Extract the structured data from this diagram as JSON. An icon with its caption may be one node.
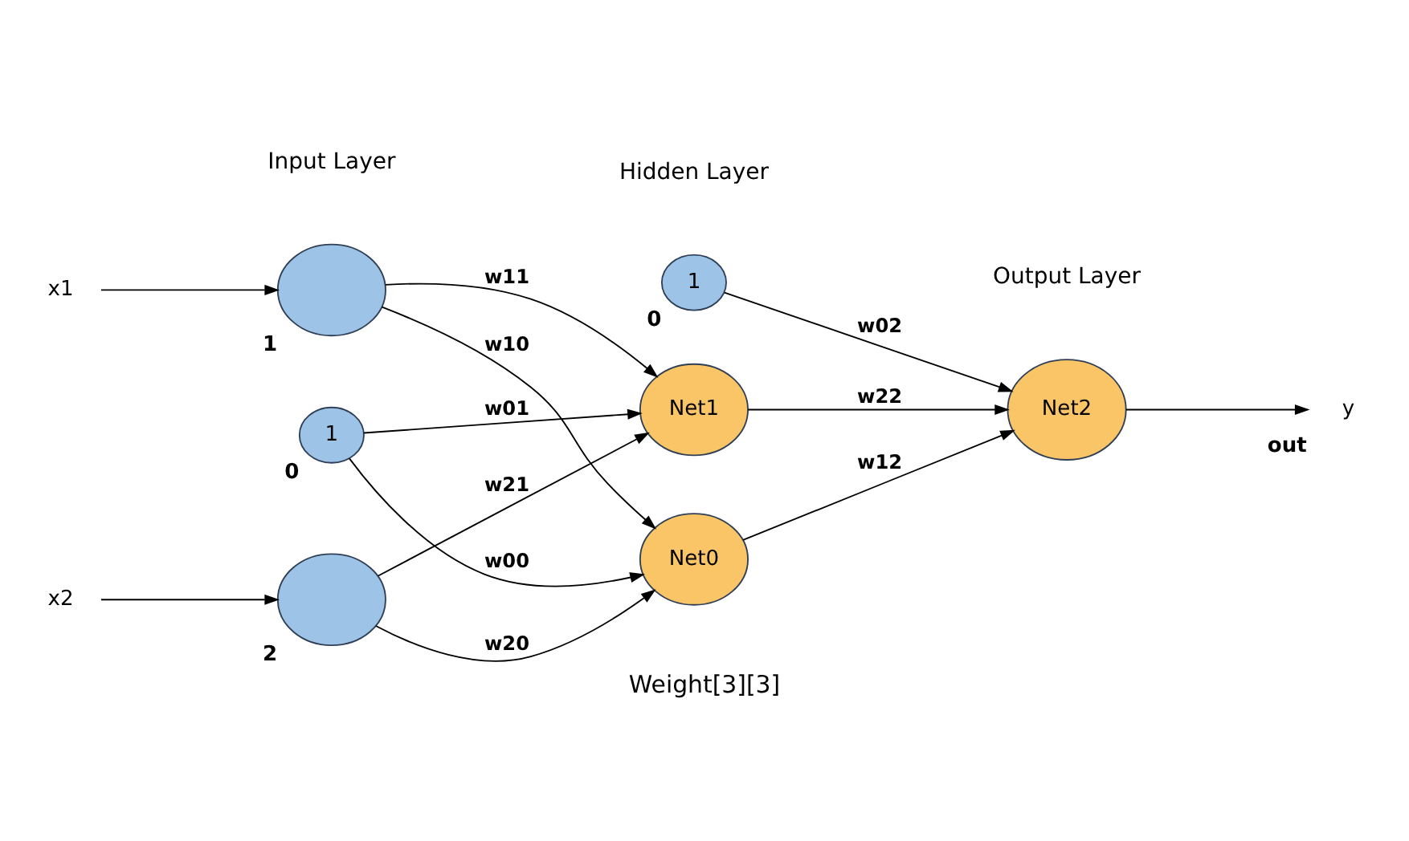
{
  "diagram": {
    "caption": "Weight[3][3]",
    "nodes": [
      {
        "text": [
          "x1"
        ]
      },
      {
        "text": [
          "x2"
        ]
      },
      {
        "text": [
          "1"
        ],
        "beside": [
          "0"
        ]
      },
      {
        "text": [],
        "shape": "circle",
        "beside": [
          "1"
        ]
      },
      {
        "text": [],
        "shape": "circle",
        "beside": [
          "2"
        ]
      },
      {
        "text": [
          "1"
        ],
        "beside": [
          "0"
        ]
      },
      {
        "text": [
          "Net0"
        ]
      },
      {
        "text": [
          "Net1"
        ]
      },
      {
        "text": [
          "Net2"
        ]
      },
      {
        "text": [
          "y"
        ],
        "beside": [
          "out"
        ]
      }
    ],
    "edges": [
      {
        "from": 0,
        "to": 3,
        "arrow": "to"
      },
      {
        "from": 1,
        "to": 4,
        "arrow": "to"
      },
      {
        "from": 2,
        "to": 6,
        "arrow": "to",
        "label": "w00"
      },
      {
        "from": 2,
        "to": 7,
        "arrow": "to",
        "label": "w01"
      },
      {
        "from": 3,
        "to": 6,
        "arrow": "to",
        "label": "w10"
      },
      {
        "from": 3,
        "to": 7,
        "arrow": "to",
        "label": "w11"
      },
      {
        "from": 4,
        "to": 6,
        "arrow": "to",
        "label": "w20"
      },
      {
        "from": 4,
        "to": 7,
        "arrow": "to",
        "label": "w21"
      },
      {
        "from": 5,
        "to": 8,
        "arrow": "to",
        "label": "w02"
      },
      {
        "from": 6,
        "to": 8,
        "arrow": "to",
        "label": "w12"
      },
      {
        "from": 7,
        "to": 8,
        "arrow": "to",
        "label": "w22"
      },
      {
        "from": 8,
        "to": 9,
        "arrow": "to"
      }
    ],
    "labels": [
      "Input Layer",
      "Hidden Layer",
      "Output Layer"
    ]
  }
}
